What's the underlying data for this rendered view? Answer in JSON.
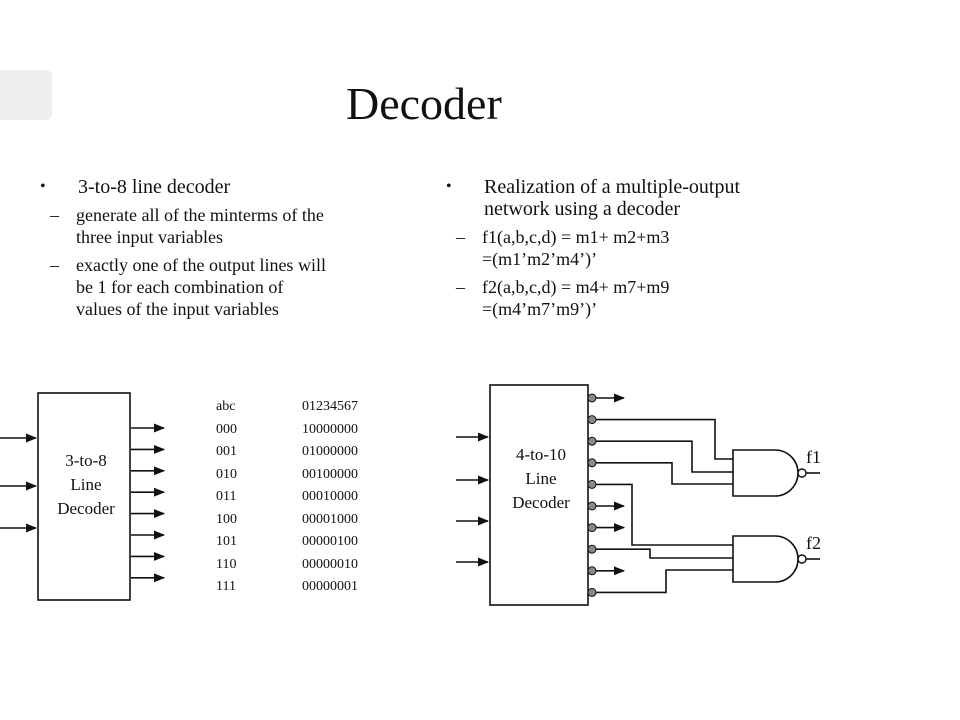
{
  "slide": {
    "title": "Decoder",
    "left": {
      "bullet": "3-to-8 line decoder",
      "subs": [
        [
          "generate all of the minterms of the",
          "three input variables"
        ],
        [
          "exactly one of the output lines will",
          "be 1 for each combination of",
          "values of the input variables"
        ]
      ]
    },
    "right": {
      "bullet_lines": [
        "Realization of a multiple-output",
        "network using a decoder"
      ],
      "subs": [
        [
          "f1(a,b,c,d) = m1+ m2+m3",
          "=(m1’m2’m4’)’"
        ],
        [
          "f2(a,b,c,d) = m4+ m7+m9",
          "=(m4’m7’m9’)’"
        ]
      ]
    }
  },
  "decoder_3to8": {
    "label_lines": [
      "3-to-8",
      "Line",
      "Decoder"
    ],
    "input_count": 3,
    "output_count": 8
  },
  "truth_table": {
    "header": [
      "abc",
      "01234567"
    ],
    "rows": [
      [
        "000",
        "10000000"
      ],
      [
        "001",
        "01000000"
      ],
      [
        "010",
        "00100000"
      ],
      [
        "011",
        "00010000"
      ],
      [
        "100",
        "00001000"
      ],
      [
        "101",
        "00000100"
      ],
      [
        "110",
        "00000010"
      ],
      [
        "111",
        "00000001"
      ]
    ]
  },
  "decoder_4to10": {
    "label_lines": [
      "4-to-10",
      "Line",
      "Decoder"
    ],
    "input_count": 4,
    "output_count": 10,
    "inverted_outputs": true,
    "f1_inputs": [
      1,
      2,
      3
    ],
    "f2_inputs": [
      4,
      7,
      9
    ]
  },
  "outputs": {
    "f1": "f1",
    "f2": "f2"
  },
  "colors": {
    "ink": "#111111",
    "bubble": "#888888",
    "logo": "#efefef"
  }
}
